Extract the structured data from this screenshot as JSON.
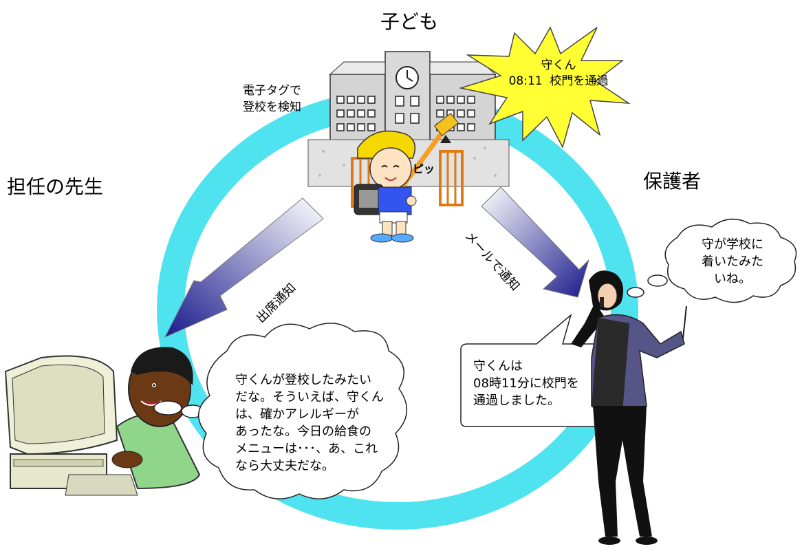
{
  "roles": {
    "child": "子ども",
    "teacher": "担任の先生",
    "parent": "保護者"
  },
  "tag_caption": [
    "電子タグで",
    "登校を検知"
  ],
  "beep_label": "ピッ",
  "starburst": {
    "line1": "守くん",
    "line2": "08:11  校門を通過"
  },
  "arrows": {
    "left_label": "出席通知",
    "right_label": "メールで通知"
  },
  "teacher_bubble": {
    "lines": [
      "守くんが登校したみたい",
      "だな。そういえば、守くん",
      "は、確かアレルギーが",
      "あったな。今日の給食の",
      "メニューは･･･、あ、これ",
      "なら大丈夫だな。"
    ]
  },
  "mail_box": {
    "lines": [
      "守くんは",
      "08時11分に校門を",
      "通過しました。"
    ]
  },
  "parent_bubble": {
    "lines": [
      "守が学校に",
      "着いたみた",
      "いね。"
    ]
  },
  "colors": {
    "ring": "#4fe3f0",
    "starburst": "#ffff33",
    "arrow_dark": "#1a1a8c",
    "arrow_light": "#ffffff",
    "building": "#d4d4d4",
    "wall": "#e2e2e2"
  },
  "icons": [
    "school-building-icon",
    "clock-icon",
    "child-with-backpack-icon",
    "tag-reader-gate-icon",
    "computer-monitor-icon",
    "teacher-person-icon",
    "woman-on-phone-icon"
  ]
}
